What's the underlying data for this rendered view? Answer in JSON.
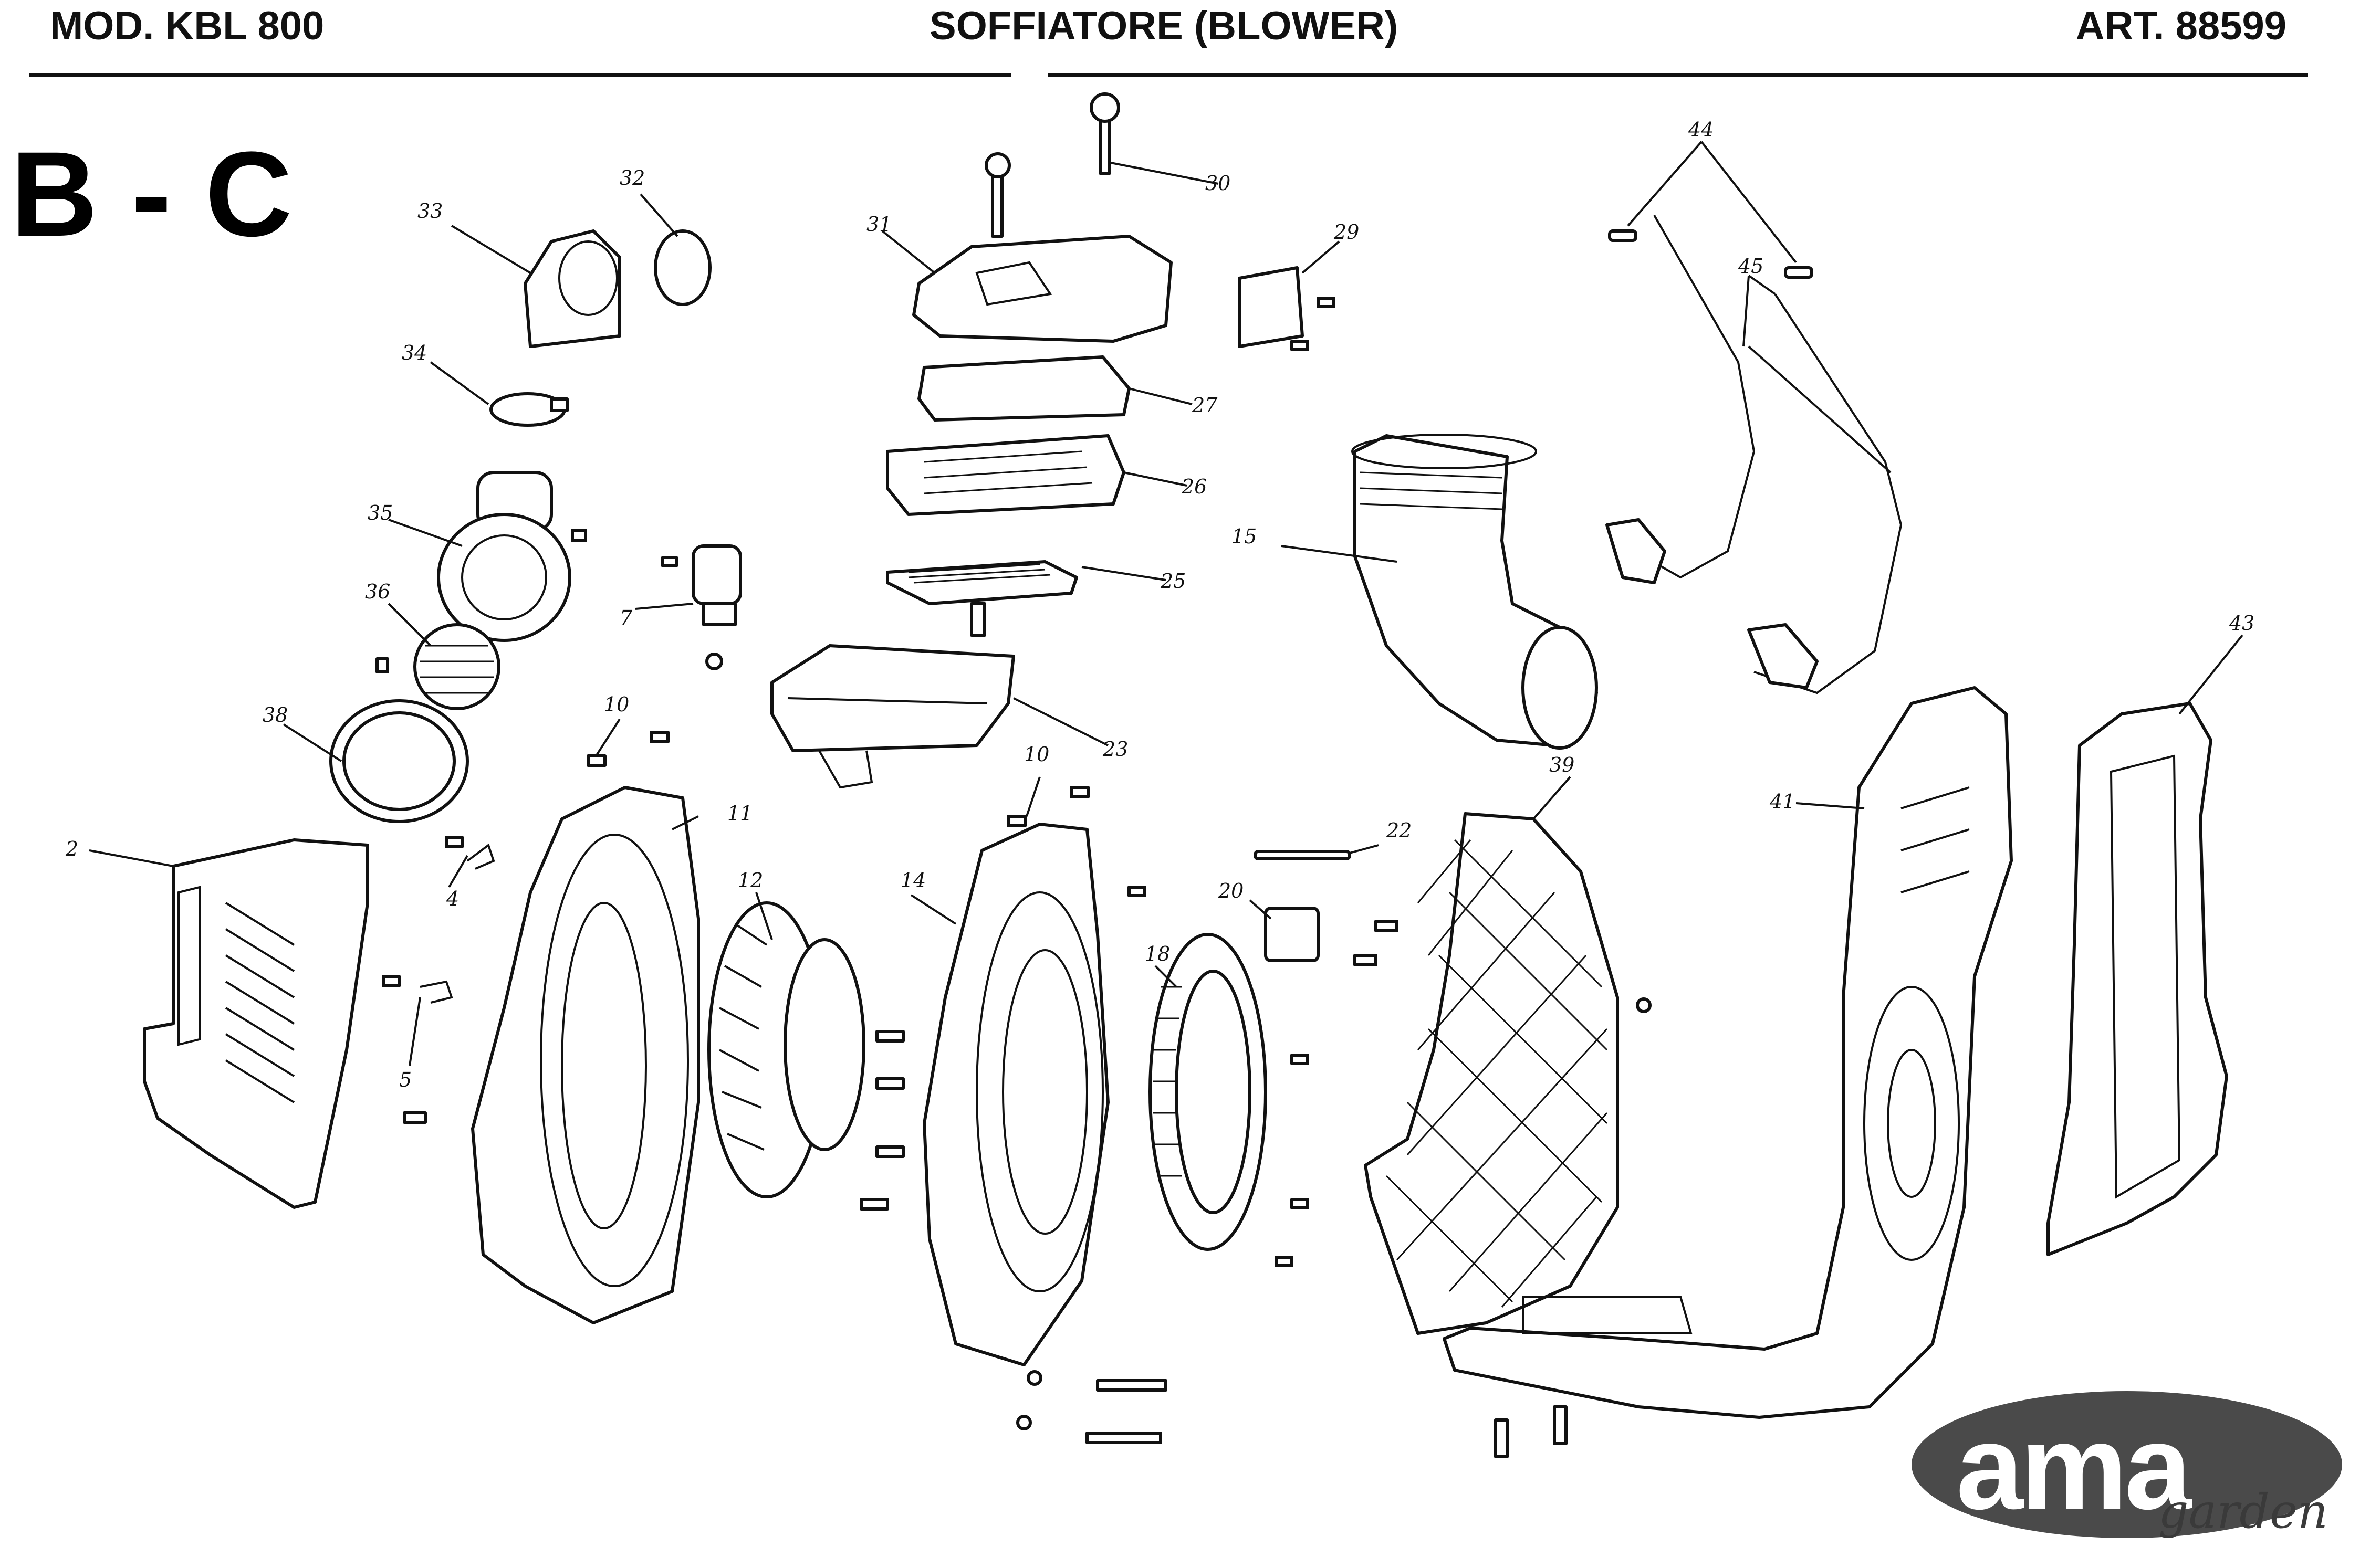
{
  "header": {
    "model": "MOD. KBL 800",
    "title": "SOFFIATORE (BLOWER)",
    "article": "ART. 88599"
  },
  "section_label": "B - C",
  "callouts": [
    "2",
    "4",
    "5",
    "7",
    "10",
    "10",
    "11",
    "12",
    "14",
    "15",
    "18",
    "20",
    "22",
    "23",
    "25",
    "26",
    "27",
    "29",
    "30",
    "31",
    "32",
    "33",
    "34",
    "35",
    "36",
    "38",
    "39",
    "41",
    "43",
    "44",
    "45"
  ],
  "logo": {
    "wordmark": "ama",
    "sub": "garden"
  }
}
